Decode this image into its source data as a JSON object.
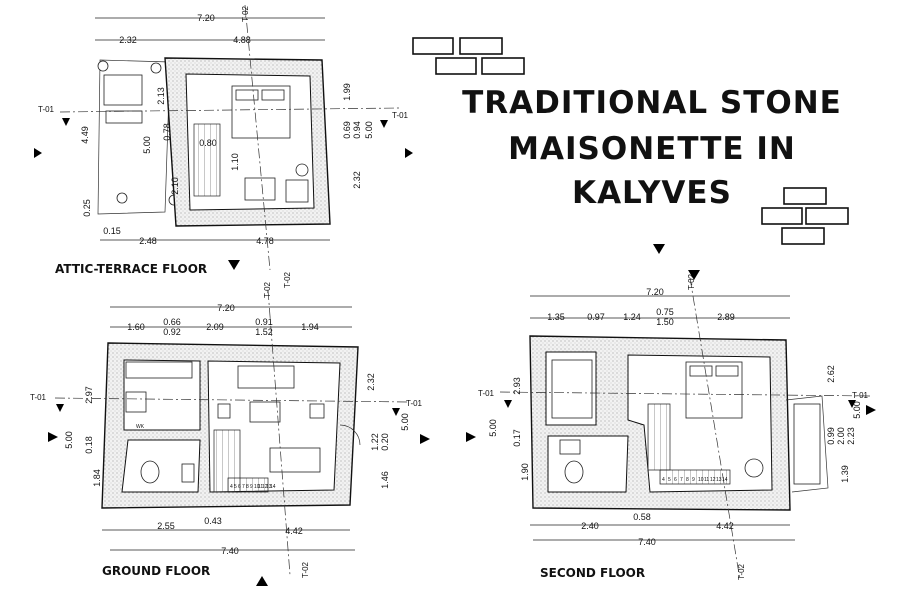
{
  "title": {
    "line1": "TRADITIONAL STONE",
    "line2": "MAISONETTE IN",
    "line3": "KALYVES"
  },
  "floors": {
    "attic": {
      "label": "ATTIC-TERRACE FLOOR",
      "dims": {
        "top_total": "7.20",
        "top_left": "2.32",
        "top_right": "4.88",
        "left_outer": "4.49",
        "left_small": "0.25",
        "left_inner_a": "5.00",
        "left_inner_b": "0.78",
        "left_inner_c": "2.10",
        "center_a": "2.13",
        "center_b": "0.80",
        "center_c": "1.10",
        "right_a": "1.99",
        "right_b": "0.69",
        "right_c": "0.94",
        "right_d": "2.32",
        "right_e": "5.00",
        "bottom_small": "0.15",
        "bottom_left": "2.48",
        "bottom_right": "4.78"
      },
      "markers": {
        "left": "T-01",
        "right": "T-01",
        "top": "T-02",
        "bottom": "T-02"
      }
    },
    "ground": {
      "label": "GROUND FLOOR",
      "dims": {
        "top_total": "7.20",
        "top_a": "1.60",
        "top_b": "0.66",
        "top_c": "0.92",
        "top_d": "2.09",
        "top_e": "0.91",
        "top_f": "1.52",
        "top_g": "1.94",
        "left_outer": "5.00",
        "left_a": "2.97",
        "left_b": "0.18",
        "left_c": "1.84",
        "right_a": "2.32",
        "right_b": "1.22",
        "right_c": "0.20",
        "right_d": "1.46",
        "right_e": "5.00",
        "bottom_a": "2.55",
        "bottom_b": "0.43",
        "bottom_c": "4.42",
        "bottom_total": "7.40",
        "wc": "WK"
      },
      "markers": {
        "left": "T-01",
        "right": "T-01",
        "top": "T-02",
        "bottom": "T-02"
      }
    },
    "second": {
      "label": "SECOND FLOOR",
      "dims": {
        "top_total": "7.20",
        "top_a": "1.35",
        "top_b": "0.97",
        "top_c": "1.24",
        "top_d": "0.75",
        "top_e": "1.50",
        "top_f": "2.89",
        "left_outer": "5.00",
        "left_a": "2.93",
        "left_b": "0.17",
        "left_c": "1.90",
        "right_a": "2.62",
        "right_b": "0.99",
        "right_c": "2.00",
        "right_d": "2.23",
        "right_e": "1.39",
        "right_f": "5.00",
        "bottom_a": "2.40",
        "bottom_b": "0.58",
        "bottom_c": "4.42",
        "bottom_total": "7.40"
      },
      "markers": {
        "left": "T-01",
        "right": "T-01",
        "top": "T-02",
        "bottom": "T-02"
      }
    }
  },
  "stair_steps": [
    "4",
    "5",
    "6",
    "7",
    "8",
    "9",
    "10",
    "11",
    "12",
    "13",
    "14"
  ]
}
